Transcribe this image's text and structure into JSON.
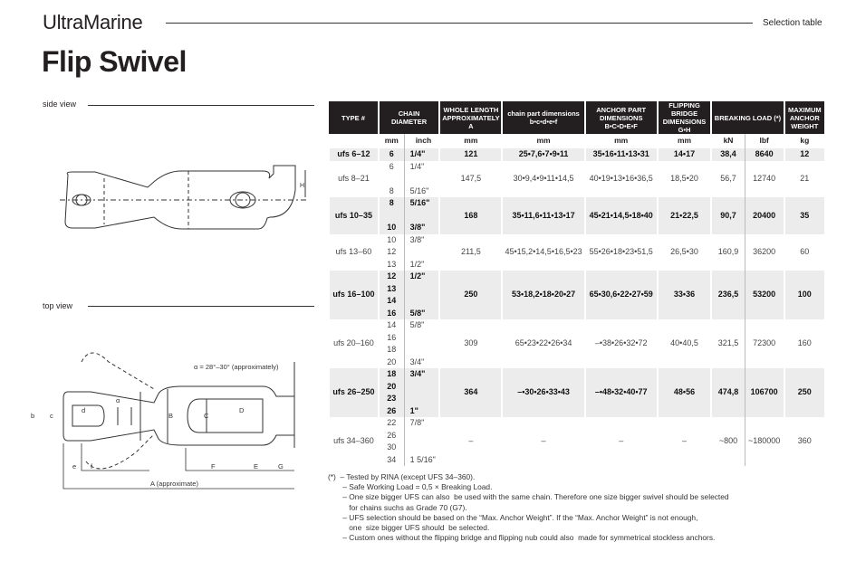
{
  "header": {
    "brand": "UltraMarine",
    "section": "Selection table",
    "title": "Flip Swivel"
  },
  "views": {
    "side": "side view",
    "top": "top view"
  },
  "drawing": {
    "angle_note": "α = 28°–30° (approximately)",
    "labels": {
      "H": "H",
      "B": "B",
      "C": "C",
      "D": "D",
      "F": "F",
      "E": "E",
      "G": "G",
      "b": "b",
      "c": "c",
      "d": "d",
      "e": "e",
      "f": "f",
      "alpha": "α",
      "A": "A (approximate)"
    }
  },
  "table": {
    "headers": [
      "TYPE #",
      "CHAIN DIAMETER",
      "WHOLE LENGTH APPROXIMATELY A",
      "chain part dimensions b•c•d•e•f",
      "ANCHOR PART DIMENSIONS B•C•D•E•F",
      "FLIPPING BRIDGE DIMENSIONS G•H",
      "BREAKING LOAD (*)",
      "MAXIMUM ANCHOR WEIGHT"
    ],
    "units": [
      "mm",
      "inch",
      "mm",
      "mm",
      "mm",
      "mm",
      "kN",
      "lbf",
      "kg"
    ],
    "rows": [
      {
        "type": "ufs 6–12",
        "mm": [
          "6"
        ],
        "inch": [
          "1/4\""
        ],
        "length": "121",
        "chain": "25•7,6•7•9•11",
        "anchor": "35•16•11•13•31",
        "bridge": "14•17",
        "kn": "38,4",
        "lbf": "8640",
        "kg": "12",
        "shaded": true
      },
      {
        "type": "ufs 8–21",
        "mm": [
          "6",
          "",
          "8"
        ],
        "inch": [
          "1/4\"",
          "",
          "5/16\""
        ],
        "length": "147,5",
        "chain": "30•9,4•9•11•14,5",
        "anchor": "40•19•13•16•36,5",
        "bridge": "18,5•20",
        "kn": "56,7",
        "lbf": "12740",
        "kg": "21",
        "shaded": false
      },
      {
        "type": "ufs 10–35",
        "mm": [
          "8",
          "",
          "10"
        ],
        "inch": [
          "5/16\"",
          "",
          "3/8\""
        ],
        "length": "168",
        "chain": "35•11,6•11•13•17",
        "anchor": "45•21•14,5•18•40",
        "bridge": "21•22,5",
        "kn": "90,7",
        "lbf": "20400",
        "kg": "35",
        "shaded": true
      },
      {
        "type": "ufs 13–60",
        "mm": [
          "10",
          "12",
          "13"
        ],
        "inch": [
          "3/8\"",
          "",
          "1/2\""
        ],
        "length": "211,5",
        "chain": "45•15,2•14,5•16,5•23",
        "anchor": "55•26•18•23•51,5",
        "bridge": "26,5•30",
        "kn": "160,9",
        "lbf": "36200",
        "kg": "60",
        "shaded": false
      },
      {
        "type": "ufs 16–100",
        "mm": [
          "12",
          "13",
          "14",
          "16"
        ],
        "inch": [
          "1/2\"",
          "",
          "",
          "5/8\""
        ],
        "length": "250",
        "chain": "53•18,2•18•20•27",
        "anchor": "65•30,6•22•27•59",
        "bridge": "33•36",
        "kn": "236,5",
        "lbf": "53200",
        "kg": "100",
        "shaded": true
      },
      {
        "type": "ufs 20–160",
        "mm": [
          "14",
          "16",
          "18",
          "20"
        ],
        "inch": [
          "5/8\"",
          "",
          "",
          "3/4\""
        ],
        "length": "309",
        "chain": "65•23•22•26•34",
        "anchor": "–•38•26•32•72",
        "bridge": "40•40,5",
        "kn": "321,5",
        "lbf": "72300",
        "kg": "160",
        "shaded": false
      },
      {
        "type": "ufs 26–250",
        "mm": [
          "18",
          "20",
          "23",
          "26"
        ],
        "inch": [
          "3/4\"",
          "",
          "",
          "1\""
        ],
        "length": "364",
        "chain": "–•30•26•33•43",
        "anchor": "–•48•32•40•77",
        "bridge": "48•56",
        "kn": "474,8",
        "lbf": "106700",
        "kg": "250",
        "shaded": true
      },
      {
        "type": "ufs 34–360",
        "mm": [
          "22",
          "26",
          "30",
          "34"
        ],
        "inch": [
          "7/8\"",
          "",
          "",
          "1 5/16\""
        ],
        "length": "–",
        "chain": "–",
        "anchor": "–",
        "bridge": "–",
        "kn": "~800",
        "lbf": "~180000",
        "kg": "360",
        "shaded": false
      }
    ]
  },
  "notes": [
    "(*)  – Tested by RINA (except UFS 34–360).",
    "       – Safe Working Load = 0,5 × Breaking Load.",
    "       – One size bigger UFS can also  be used with the same chain. Therefore one size bigger swivel should be selected",
    "          for chains suchs as Grade 70 (G7).",
    "       – UFS selection should be based on the “Max. Anchor Weight”. If the “Max. Anchor Weight” is not enough,",
    "          one  size bigger UFS should  be selected.",
    "       – Custom ones without the flipping bridge and flipping nub could also  made for symmetrical stockless anchors."
  ]
}
